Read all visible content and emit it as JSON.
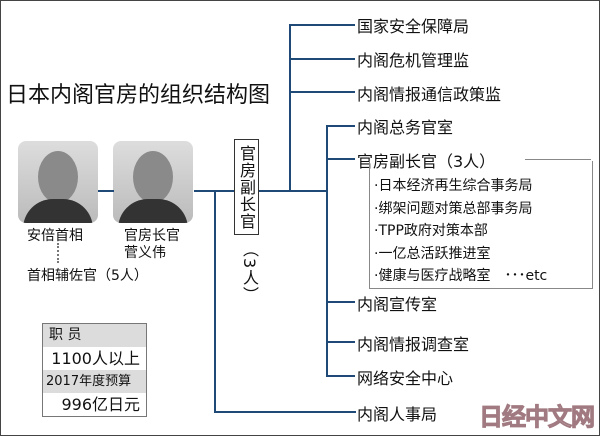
{
  "title": "日本内阁官房的组织结构图",
  "people": [
    {
      "name": "安倍首相"
    },
    {
      "name": "官房长官",
      "name2": "菅义伟"
    }
  ],
  "aide": "首相辅佐官（5人）",
  "deputy_box": "官房副长官",
  "deputy_count": "（3人）",
  "top_nodes": [
    "国家安全保障局",
    "内阁危机管理监",
    "内阁情报通信政策监"
  ],
  "mid_nodes": [
    "内阁总务官室",
    "官房副长官（3人）",
    "内阁宣传室",
    "内阁情报调查室",
    "网络安全中心"
  ],
  "sub_items": [
    "·日本经济再生综合事务局",
    "·绑架问题对策总部事务局",
    "·TPP政府对策本部",
    "·一亿总活跃推进室",
    "·健康与医疗战略室　･･･etc"
  ],
  "bottom_node": "内阁人事局",
  "stats": {
    "staff_label": "职 员",
    "staff_value": "1100人以上",
    "budget_label": "2017年度预算",
    "budget_value": "996亿日元"
  },
  "watermark": "日经中文网",
  "colors": {
    "line": "#1f4a78"
  }
}
